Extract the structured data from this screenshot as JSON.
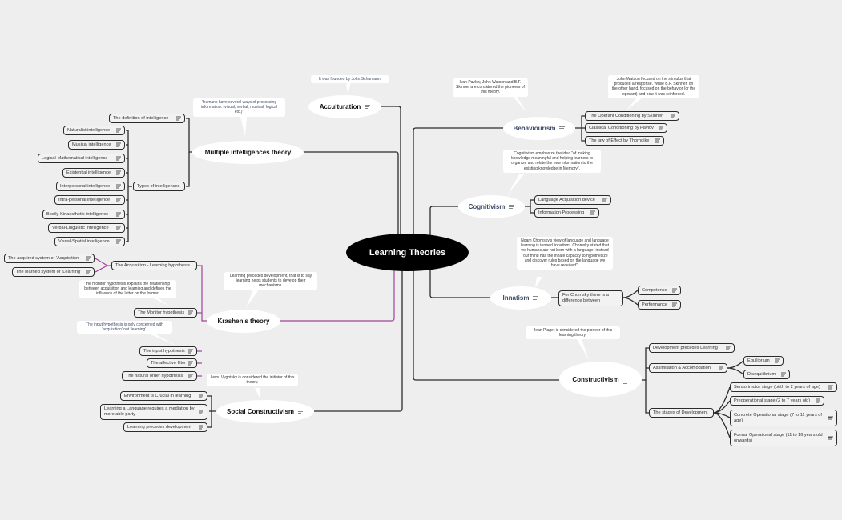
{
  "center": {
    "label": "Learning Theories"
  },
  "topics": {
    "acculturation": {
      "label": "Acculturation",
      "note": "It was founded by John Schumann."
    },
    "multiple_intelligences": {
      "label": "Multiple intelligences theory",
      "note": "\"humans have several ways of processing information. (visual, verbal, musical, logical etc.)\"",
      "definition": "The definition of intelligence",
      "types_label": "Types of intelligences",
      "types": [
        "Naturalist intelligence",
        "Musical intelligence",
        "Logical-Mathematical intelligence",
        "Existential intelligence",
        "Interpersonal intelligence",
        "Intra-personal intelligence",
        "Bodily-Kinaesthetic intelligence",
        "Verbal-Linguistic intelligence",
        "Visual-Spatial intelligence"
      ]
    },
    "krashen": {
      "label": "Krashen's theory",
      "note": "Learning precedes development, that is to say learning helps students to develop their mechanisms.",
      "acq_learning": "The Acquisition - Learning hypothesis",
      "acq_children": [
        "The acquired system or 'Acquisition'",
        "The learned system or 'Learning'"
      ],
      "monitor_note": "the monitor hypothesis explains the relationship between acquisition and learning and defines the influence of the latter on the former.",
      "monitor": "The Monitor hypothesis",
      "input_note": "The input hypothesis is only concerned with 'acquisition' not 'learning'.",
      "input": "The input hypothesis",
      "affective": "The affective filter",
      "natural_order": "The natural order hypothesis"
    },
    "social_constructivism": {
      "label": "Social Constructivism",
      "note": "Levs. Vygotsky is considered the initiator of this theory.",
      "children": [
        "Environment is Crucial in learning",
        "Learning a Language requires a mediation by more able party",
        "Learning precedes development"
      ]
    },
    "behaviourism": {
      "label": "Behaviourism",
      "note": "Ivan Pavlov, John Watson and B.F. Skinner are considered the pioneers of this theory.",
      "note2": "John Watson focused on the stimulus that produced a response. While B.F. Skinner, on the other hand, focused on the behavior (or the operant) and how it was reinforced.",
      "children": [
        "The Operant Conditioning by Skinner",
        "Classical Conditioning by Pavlov",
        "The law of Effect by Thorndike"
      ]
    },
    "cognitivism": {
      "label": "Cognitivism",
      "note": "Cognitivism emphasize the idea \"of making knowledge meaningful and helping learners to organize and relate the new information to the existing knowledge in Memory\".",
      "children": [
        "Language Acquisition device",
        "Information Processing"
      ]
    },
    "innatism": {
      "label": "Innatism",
      "note": "Noam Chomsky's view of language and language learning is termed 'innatism'. Chomsky stated that we humans are not born with a language, instead \"our mind has the innate capacity to hypothesize and discover rules based on the language we have received\".",
      "child": "For Chomsky there is a difference between",
      "grandchildren": [
        "Competence",
        "Performance"
      ]
    },
    "constructivism": {
      "label": "Constructivism",
      "note": "Jean Piaget is considered the pioneer of this learning theory.",
      "dev_learning": "Development precedes Learning",
      "assimilation": "Assimilation & Accomodation",
      "assim_children": [
        "Equilibrium",
        "Disequilibrium"
      ],
      "stages_label": "The stages of Development",
      "stages": [
        "Sensorimotor stage (birth to 2 years of age)",
        "Preoperational stage (2 to 7 years old)",
        "Concrete Operational stage (7 to 11 years of age)",
        "Formal Operational stage (11 to 16 years old onwards)"
      ]
    }
  },
  "colors": {
    "background": "#eeeeee",
    "center_fill": "#000000",
    "line": "#2b2b2b",
    "krashen_line": "#a0449a",
    "topic_blue_text": "#3d4b6a"
  }
}
